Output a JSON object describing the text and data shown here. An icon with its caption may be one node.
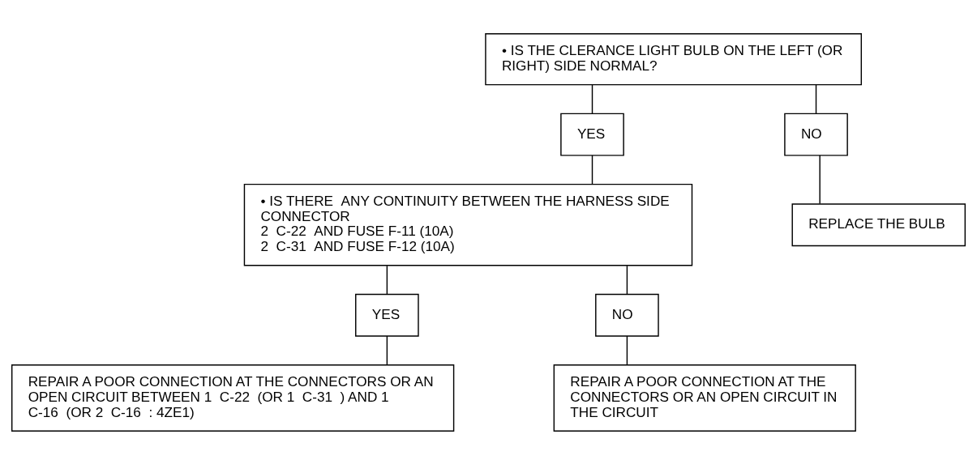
{
  "diagram": {
    "nodes": [
      {
        "text": [
          "• IS THE CLERANCE LIGHT BULB ON THE LEFT (OR RIGHT) SIDE NORMAL?"
        ]
      },
      {
        "text": [
          "YES"
        ]
      },
      {
        "text": [
          "NO"
        ]
      },
      {
        "text": [
          "• IS THERE  ANY CONTINUITY BETWEEN THE HARNESS SIDE CONNECTOR",
          "2  C-22  AND FUSE F-11 (10A)",
          "2  C-31  AND FUSE F-12 (10A)"
        ]
      },
      {
        "text": [
          "REPLACE THE BULB"
        ]
      },
      {
        "text": [
          "YES"
        ]
      },
      {
        "text": [
          "NO"
        ]
      },
      {
        "text": [
          "REPAIR A POOR CONNECTION AT THE CONNECTORS OR AN OPEN CIRCUIT BETWEEN 1  C-22  (OR 1  C-31  ) AND 1  C-16  (OR 2  C-16  : 4ZE1)"
        ]
      },
      {
        "text": [
          "REPAIR A POOR CONNECTION AT THE CONNECTORS OR AN OPEN CIRCUIT IN THE CIRCUIT"
        ]
      }
    ],
    "edges": [
      {
        "from": 0,
        "to": 1,
        "arrow": "none"
      },
      {
        "from": 0,
        "to": 2,
        "arrow": "none"
      },
      {
        "from": 1,
        "to": 3,
        "arrow": "none"
      },
      {
        "from": 2,
        "to": 4,
        "arrow": "none"
      },
      {
        "from": 3,
        "to": 5,
        "arrow": "none"
      },
      {
        "from": 3,
        "to": 6,
        "arrow": "none"
      },
      {
        "from": 5,
        "to": 7,
        "arrow": "none"
      },
      {
        "from": 6,
        "to": 8,
        "arrow": "none"
      }
    ]
  }
}
